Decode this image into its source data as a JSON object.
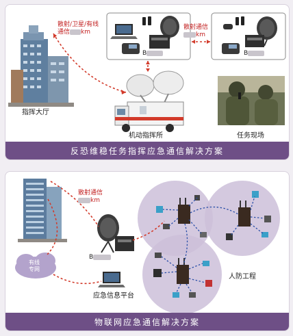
{
  "panel_top": {
    "link_left_line1": "散射/卫星/有线",
    "link_left_line2_prefix": "通信",
    "link_left_line2_suffix": "km",
    "link_right_line1": "散射通信",
    "link_right_line2_suffix": "km",
    "box_left_label": "B",
    "box_right_label": "B",
    "node_hq": "指挥大厅",
    "node_mobile": "机动指挥所",
    "node_site": "任务现场",
    "banner": "反恐维稳任务指挥应急通信解决方案"
  },
  "panel_bottom": {
    "link_line1": "散射通信",
    "link_line2_suffix": "km",
    "box_label": "B",
    "cloud_line1": "有线",
    "cloud_line2": "专网",
    "node_platform": "应急信息平台",
    "node_civil": "人防工程",
    "banner": "物联网应急通信解决方案"
  },
  "colors": {
    "banner": "#6e4f86",
    "link_red": "#d23a2a",
    "link_blue": "#2a4fa8",
    "circle": "#cdbfd9"
  }
}
